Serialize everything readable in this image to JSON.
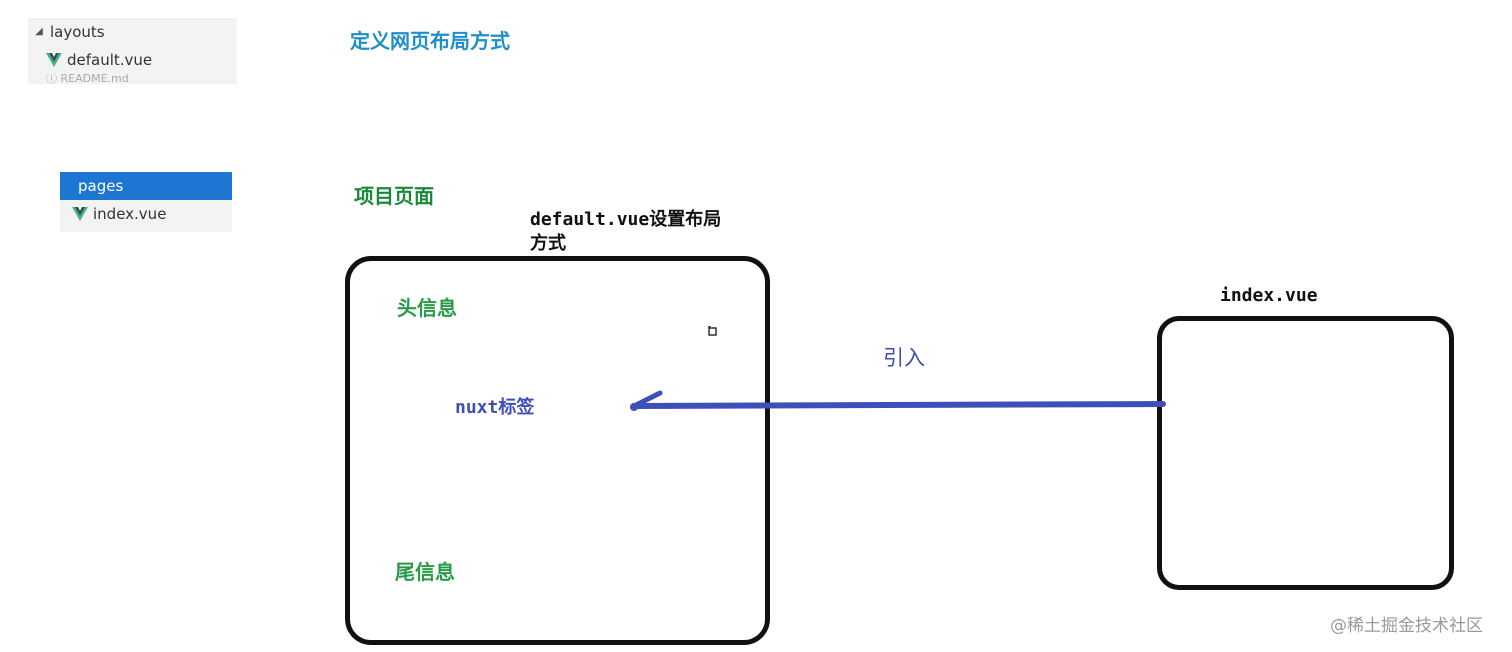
{
  "file_tree_layouts": {
    "folder": "layouts",
    "file": "default.vue",
    "cut_row": "README.md"
  },
  "file_tree_pages": {
    "folder": "pages",
    "file": "index.vue"
  },
  "headings": {
    "layout_title": "定义网页布局方式",
    "page_title": "项目页面"
  },
  "layout_box": {
    "caption": "default.vue设置布局方式",
    "head": "头信息",
    "nuxt_tag": "nuxt标签",
    "foot": "尾信息"
  },
  "index_box": {
    "caption": "index.vue"
  },
  "arrow": {
    "label": "引入",
    "color": "#3f4fb8"
  },
  "watermark": "@稀土掘金技术社区",
  "colors": {
    "vue_icon": "#41b883",
    "selected_row": "#1e76d3",
    "title_blue": "#1f8fc9",
    "title_green": "#1a8a3a",
    "label_green": "#2a9a4a"
  }
}
